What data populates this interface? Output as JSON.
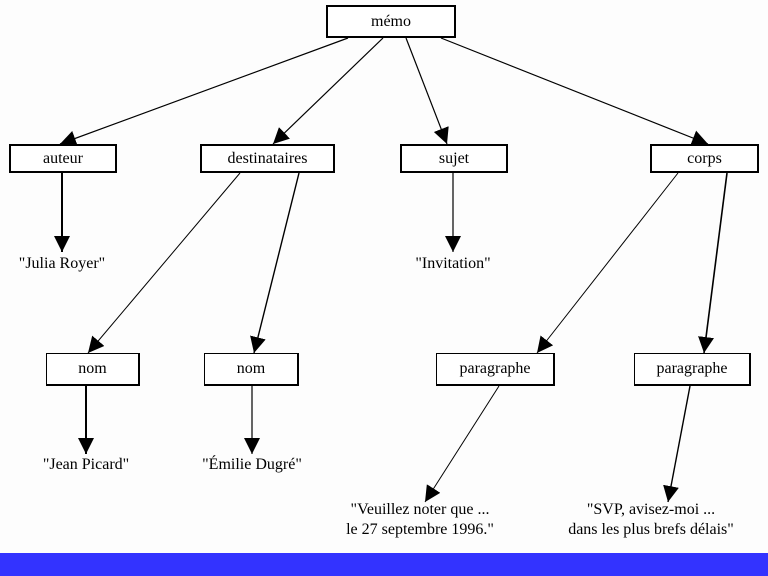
{
  "diagram": {
    "root": {
      "label": "mémo"
    },
    "nodes": {
      "auteur": {
        "label": "auteur"
      },
      "destinataires": {
        "label": "destinataires"
      },
      "sujet": {
        "label": "sujet"
      },
      "corps": {
        "label": "corps"
      },
      "nom1": {
        "label": "nom"
      },
      "nom2": {
        "label": "nom"
      },
      "paragraphe1": {
        "label": "paragraphe"
      },
      "paragraphe2": {
        "label": "paragraphe"
      }
    },
    "values": {
      "auteur": "\"Julia Royer\"",
      "sujet": "\"Invitation\"",
      "nom1": "\"Jean Picard\"",
      "nom2": "\"Émilie Dugré\"",
      "paragraphe1": [
        "\"Veuillez noter que ...",
        "le 27 septembre 1996.\""
      ],
      "paragraphe2": [
        "\"SVP, avisez-moi ...",
        "dans les plus brefs délais\""
      ]
    },
    "edges": [
      [
        "mémo",
        "auteur"
      ],
      [
        "mémo",
        "destinataires"
      ],
      [
        "mémo",
        "sujet"
      ],
      [
        "mémo",
        "corps"
      ],
      [
        "auteur",
        "\"Julia Royer\""
      ],
      [
        "destinataires",
        "nom"
      ],
      [
        "destinataires",
        "nom"
      ],
      [
        "sujet",
        "\"Invitation\""
      ],
      [
        "corps",
        "paragraphe"
      ],
      [
        "corps",
        "paragraphe"
      ],
      [
        "nom",
        "\"Jean Picard\""
      ],
      [
        "nom",
        "\"Émilie Dugré\""
      ],
      [
        "paragraphe",
        "\"Veuillez noter que ... le 27 septembre 1996.\""
      ],
      [
        "paragraphe",
        "\"SVP, avisez-moi ... dans les plus brefs délais\""
      ]
    ]
  },
  "colors": {
    "footer_bar": "#3333ff",
    "line": "#000000"
  }
}
